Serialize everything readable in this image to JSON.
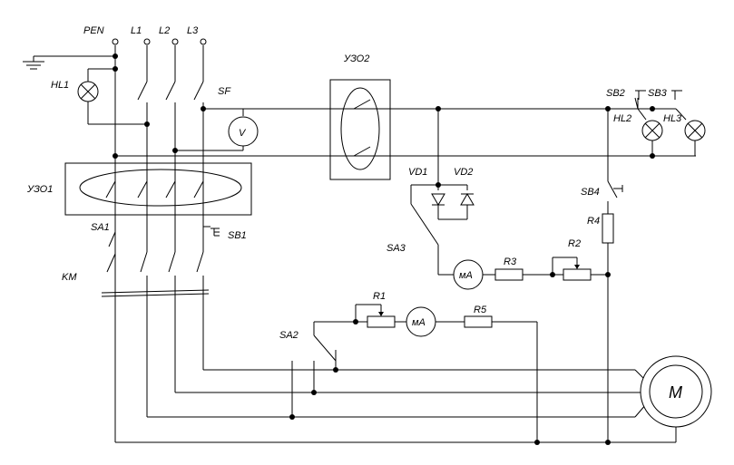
{
  "labels": {
    "pen": "PEN",
    "l1": "L1",
    "l2": "L2",
    "l3": "L3",
    "hl1": "HL1",
    "sf": "SF",
    "uzo2": "УЗО2",
    "uzo1": "УЗО1",
    "sa1": "SA1",
    "sb1": "SB1",
    "km": "KM",
    "sb2": "SB2",
    "sb3": "SB3",
    "hl2": "HL2",
    "hl3": "HL3",
    "vd1": "VD1",
    "vd2": "VD2",
    "sb4": "SB4",
    "r4": "R4",
    "sa3": "SA3",
    "r3": "R3",
    "r2": "R2",
    "r1": "R1",
    "r5": "R5",
    "sa2": "SA2",
    "voltmeter": "V",
    "ma_upper": "мА",
    "ma_lower": "мА",
    "motor": "M"
  }
}
